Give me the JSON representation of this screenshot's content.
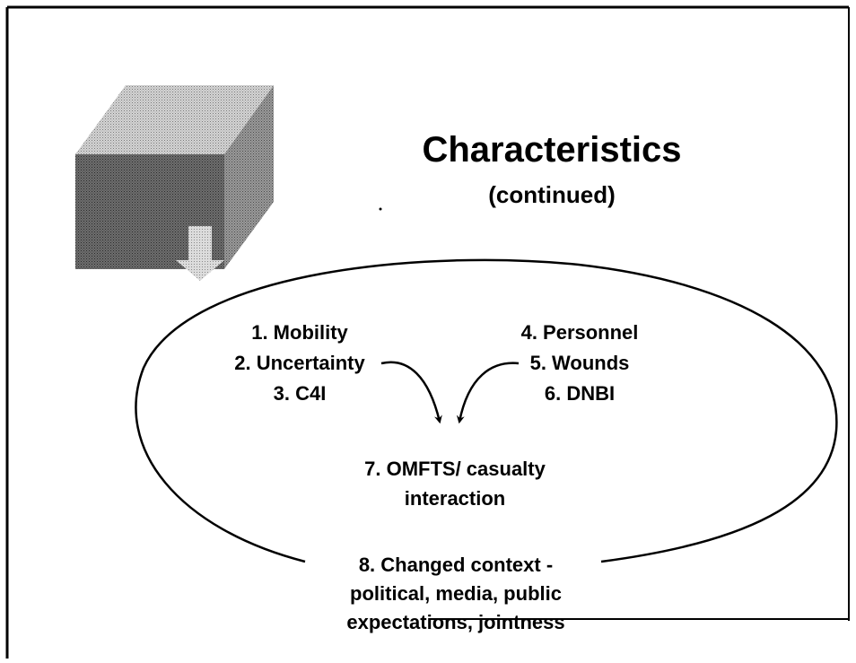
{
  "slide": {
    "title": "Characteristics",
    "subtitle": "(continued)"
  },
  "left_group": [
    "1. Mobility",
    "2. Uncertainty",
    "3. C4I"
  ],
  "right_group": [
    "4. Personnel",
    "5. Wounds",
    "6. DNBI"
  ],
  "center_item": [
    "7. OMFTS/ casualty",
    "interaction"
  ],
  "bottom_item": [
    "8. Changed context -",
    "political, media, public",
    "expectations, jointness"
  ],
  "colors": {
    "frame": "#000000",
    "box_top": "#b8b8b8",
    "box_front": "#6a6a6a",
    "box_side": "#8c8c8c",
    "arrow": "#c4c4c4"
  },
  "icons": {
    "logo": "3d-block-with-down-arrow"
  }
}
